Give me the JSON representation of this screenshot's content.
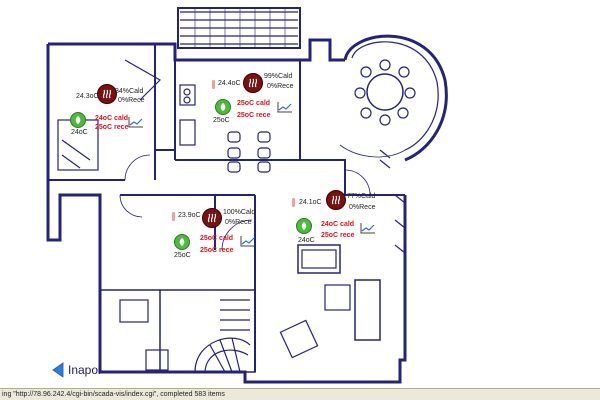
{
  "rooms": [
    {
      "temp": "24.3oC",
      "cald": "34%Cald",
      "rece": "0%Rece",
      "set_cald": "24oC cald",
      "set_rece": "25oC rece",
      "eco": "24oC"
    },
    {
      "temp": "24.4oC",
      "cald": "99%Cald",
      "rece": "0%Rece",
      "set_cald": "25oC cald",
      "set_rece": "25oC rece",
      "eco": "25oC"
    },
    {
      "temp": "23.9oC",
      "cald": "100%Cald",
      "rece": "0%Rece",
      "set_cald": "25oC cald",
      "set_rece": "25oC rece",
      "eco": "25oC"
    },
    {
      "temp": "24.1oC",
      "cald": "77%Cald",
      "rece": "0%Rece",
      "set_cald": "24oC cald",
      "set_rece": "25oC rece",
      "eco": "24oC"
    }
  ],
  "nav": {
    "back_label": "Inapoi"
  },
  "status": {
    "text": "ing \"http://78.96.242.4/cgi-bin/scada-vis/index.cgi\", completed 583 items"
  },
  "colors": {
    "plan_line": "#23237a",
    "setpoint": "#e0141e",
    "eco_green": "#4cbb3c",
    "heater": "#7a1010"
  }
}
